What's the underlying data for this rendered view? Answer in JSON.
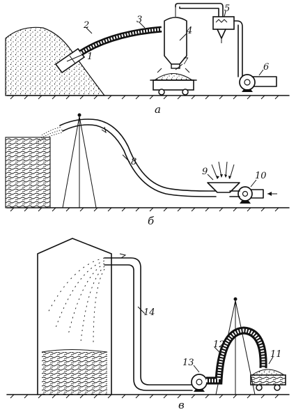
{
  "figure": {
    "panel_a": {
      "caption": "а",
      "labels": [
        "1",
        "2",
        "3",
        "4",
        "5",
        "6",
        "7"
      ]
    },
    "panel_b": {
      "caption": "б",
      "labels": [
        "8",
        "9",
        "10"
      ]
    },
    "panel_c": {
      "caption": "в",
      "labels": [
        "11",
        "12",
        "13",
        "14"
      ]
    }
  }
}
